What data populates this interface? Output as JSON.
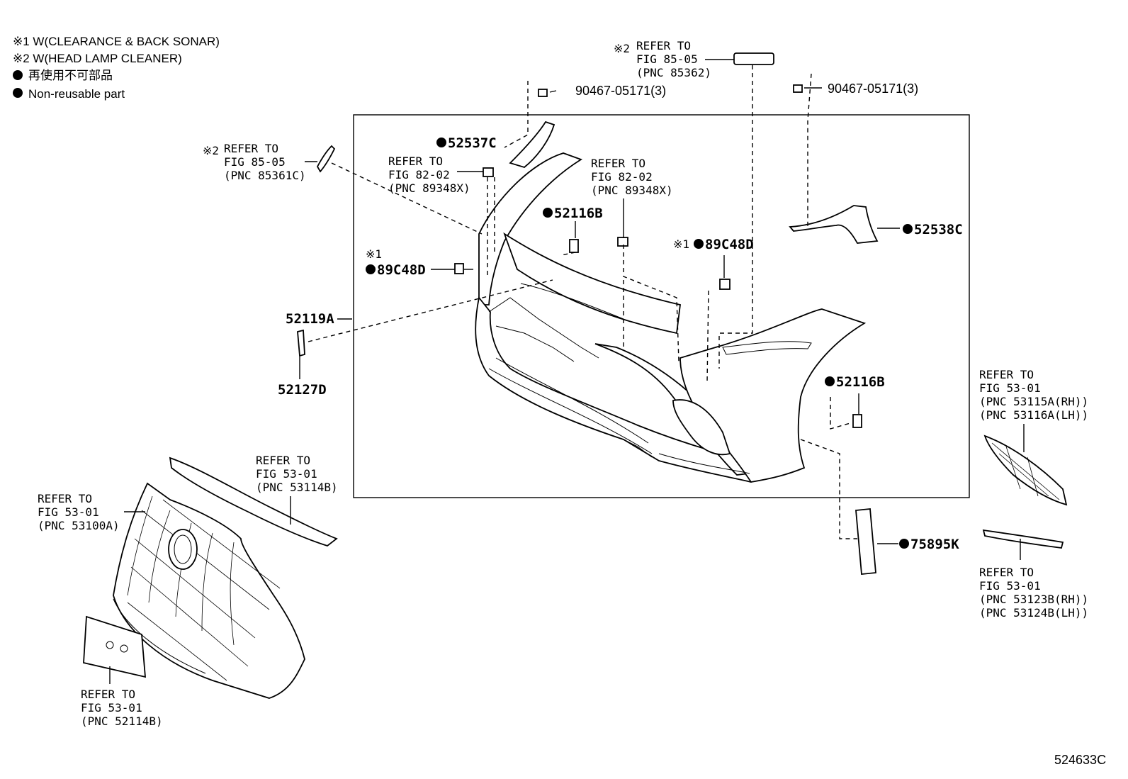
{
  "legend": {
    "note1": "※1 W(CLEARANCE & BACK SONAR)",
    "note2": "※2 W(HEAD LAMP CLEANER)",
    "non_reusable_jp": "再使用不可部品",
    "non_reusable_en": "Non-reusable part"
  },
  "parts": {
    "p52537C": "52537C",
    "p52538C": "52538C",
    "p52116B_a": "52116B",
    "p52116B_b": "52116B",
    "p89C48D_a": "89C48D",
    "p89C48D_b": "89C48D",
    "p52119A": "52119A",
    "p52127D": "52127D",
    "p75895K": "75895K",
    "clip_a": "90467-05171(3)",
    "clip_b": "90467-05171(3)",
    "mark1_a": "※1",
    "mark1_b": "※1",
    "mark2_a": "※2",
    "mark2_b": "※2"
  },
  "refs": {
    "r85362": [
      "REFER TO",
      "FIG 85-05",
      "(PNC 85362)"
    ],
    "r85361C": [
      "REFER TO",
      "FIG 85-05",
      "(PNC 85361C)"
    ],
    "r89348X_a": [
      "REFER TO",
      "FIG 82-02",
      "(PNC 89348X)"
    ],
    "r89348X_b": [
      "REFER TO",
      "FIG 82-02",
      "(PNC 89348X)"
    ],
    "r53115A": [
      "REFER TO",
      "FIG 53-01",
      "(PNC 53115A(RH))",
      "(PNC 53116A(LH))"
    ],
    "r53123B": [
      "REFER TO",
      "FIG 53-01",
      "(PNC 53123B(RH))",
      "(PNC 53124B(LH))"
    ],
    "r53114B": [
      "REFER TO",
      "FIG 53-01",
      "(PNC 53114B)"
    ],
    "r53100A": [
      "REFER TO",
      "FIG 53-01",
      "(PNC 53100A)"
    ],
    "r52114B": [
      "REFER TO",
      "FIG 53-01",
      "(PNC 52114B)"
    ]
  },
  "figure_code": "524633C"
}
